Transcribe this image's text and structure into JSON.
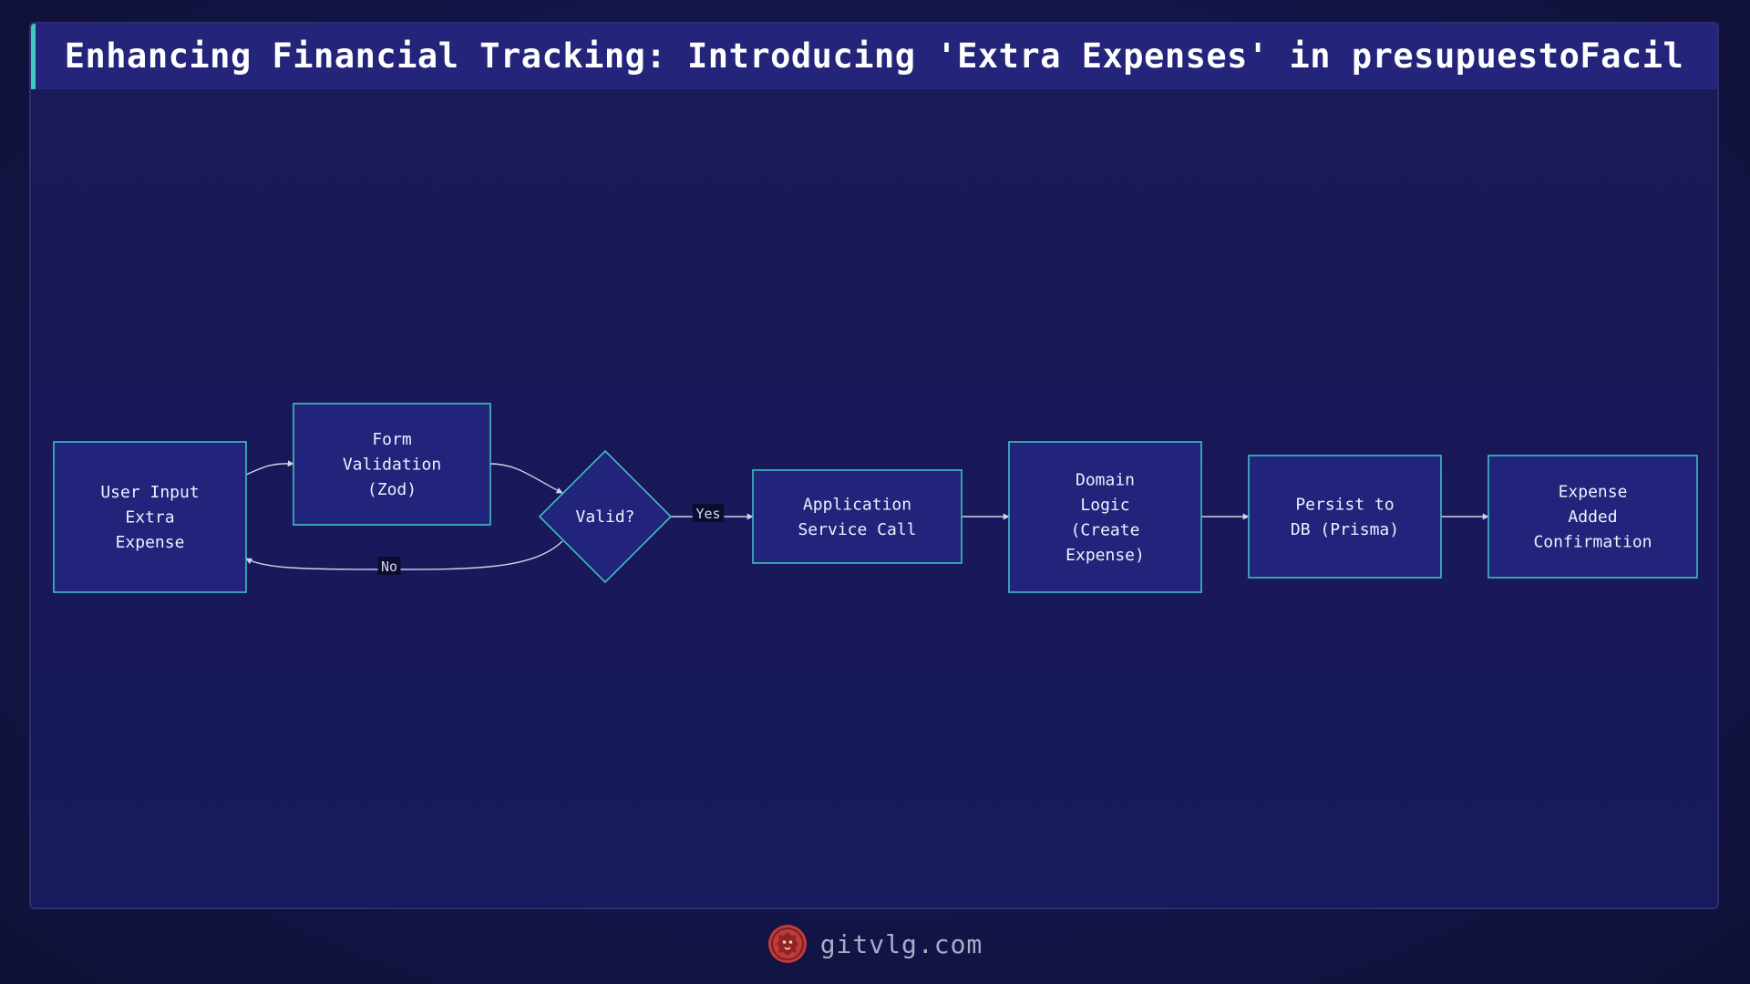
{
  "title": "Enhancing Financial Tracking: Introducing 'Extra Expenses' in presupuestoFacil",
  "nodes": [
    {
      "id": "user_input",
      "shape": "rect",
      "lines": [
        "User Input",
        "Extra",
        "Expense"
      ]
    },
    {
      "id": "form_validation",
      "shape": "rect",
      "lines": [
        "Form",
        "Validation",
        "(Zod)"
      ]
    },
    {
      "id": "valid",
      "shape": "diamond",
      "lines": [
        "Valid?"
      ]
    },
    {
      "id": "app_service",
      "shape": "rect",
      "lines": [
        "Application",
        "Service Call"
      ]
    },
    {
      "id": "domain_logic",
      "shape": "rect",
      "lines": [
        "Domain",
        "Logic",
        "(Create",
        "Expense)"
      ]
    },
    {
      "id": "persist_db",
      "shape": "rect",
      "lines": [
        "Persist to",
        "DB (Prisma)"
      ]
    },
    {
      "id": "confirmation",
      "shape": "rect",
      "lines": [
        "Expense",
        "Added",
        "Confirmation"
      ]
    }
  ],
  "edges": [
    {
      "from": "user_input",
      "to": "form_validation",
      "label": ""
    },
    {
      "from": "form_validation",
      "to": "valid",
      "label": ""
    },
    {
      "from": "valid",
      "to": "app_service",
      "label": "Yes"
    },
    {
      "from": "valid",
      "to": "user_input",
      "label": "No"
    },
    {
      "from": "app_service",
      "to": "domain_logic",
      "label": ""
    },
    {
      "from": "domain_logic",
      "to": "persist_db",
      "label": ""
    },
    {
      "from": "persist_db",
      "to": "confirmation",
      "label": ""
    }
  ],
  "colors": {
    "node_fill": "#22237a",
    "node_stroke": "#3fbfc4",
    "edge": "#d0d2e6",
    "label_bg": "#0c0d2e",
    "accent": "#3fc7c0"
  },
  "footer": {
    "logo_icon": "lion-head-icon",
    "text": "gitvlg.com"
  }
}
